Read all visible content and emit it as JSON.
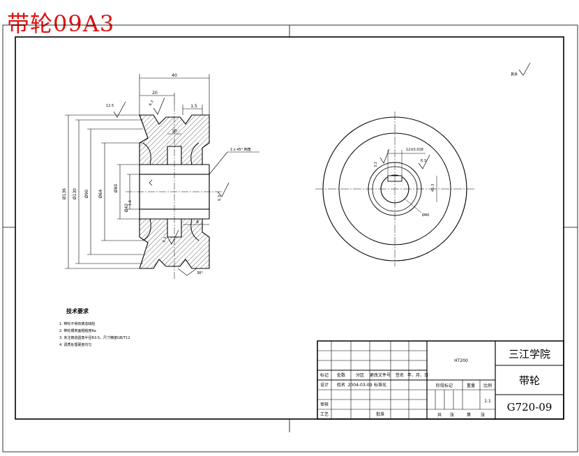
{
  "banner": {
    "title": "带轮09A3"
  },
  "front_view": {
    "dims": {
      "overall_width": "40",
      "half_width": "20",
      "groove_top": "1.5",
      "web": "10",
      "hub_step": "8",
      "chamfer_note": "1 x 45° 倒角",
      "d_outer": "Ø136",
      "d_pitch": "Ø130",
      "d_mid": "Ø90",
      "d_hub": "Ø64",
      "d_bore": "Ø80",
      "d_small": "Ø42",
      "groove_angle": "38°"
    },
    "roughness": {
      "top_left": "12.5",
      "r1": "6.3",
      "r2": "1.6",
      "r3": "6.3",
      "r4": "6.3"
    }
  },
  "side_view": {
    "labels": {
      "keyway_tol": "12±0.018",
      "left_rough": "3.2",
      "right_rough": "6.3",
      "key_depth": "45.3",
      "bore_dia": "Ø40",
      "corner_rough": "其余"
    }
  },
  "requirements": {
    "title": "技术要求",
    "items": [
      "1. 带轮不得有铸造缺陷",
      "2. 带轮槽表面粗糙度Ra",
      "3. 未注铸造圆角半径R3-5，尺寸精度GB/T12",
      "4. 调质处理硬度均匀"
    ]
  },
  "title_block": {
    "school": "三江学院",
    "part_name": "带轮",
    "drawing_no": "G720-09",
    "material": "HT200",
    "scale": "1:1",
    "headers": [
      "标记",
      "处数",
      "分区",
      "更改文件号",
      "签名",
      "年、月、日"
    ],
    "row_design": [
      "设计",
      "姓名",
      "2004-03-09",
      "标准化"
    ],
    "row_check": "审核",
    "row_process": "工艺",
    "row_approve": "批准",
    "stage_headers": [
      "阶段标记",
      "重量",
      "比例"
    ],
    "sheet_info": [
      "共",
      "张",
      "第",
      "张"
    ]
  }
}
